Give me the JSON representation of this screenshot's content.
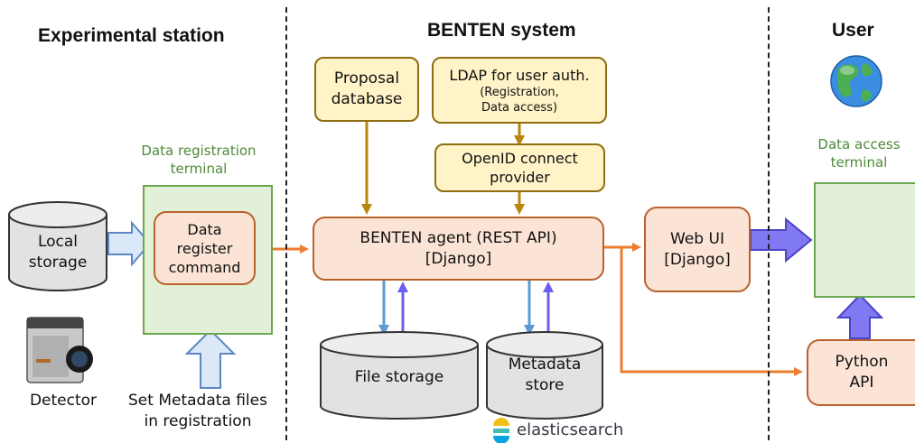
{
  "columns": {
    "experimental": "Experimental station",
    "benten": "BENTEN system",
    "user": "User"
  },
  "experimental": {
    "terminal_label_1": "Data registration",
    "terminal_label_2": "terminal",
    "local_storage_1": "Local",
    "local_storage_2": "storage",
    "register_cmd_1": "Data",
    "register_cmd_2": "register",
    "register_cmd_3": "command",
    "detector": "Detector",
    "set_meta_1": "Set Metadata files",
    "set_meta_2": "in registration"
  },
  "benten": {
    "proposal_1": "Proposal",
    "proposal_2": "database",
    "ldap_1": "LDAP for user auth.",
    "ldap_2": "(Registration,",
    "ldap_3": "Data access)",
    "openid_1": "OpenID connect",
    "openid_2": "provider",
    "agent_1": "BENTEN agent (REST API)",
    "agent_2": "[Django]",
    "webui_1": "Web UI",
    "webui_2": "[Django]",
    "file_storage": "File storage",
    "metadata_1": "Metadata",
    "metadata_2": "store",
    "elastic": "elasticsearch"
  },
  "user": {
    "access_1": "Data access",
    "access_2": "terminal",
    "python_1": "Python",
    "python_2": "API"
  }
}
